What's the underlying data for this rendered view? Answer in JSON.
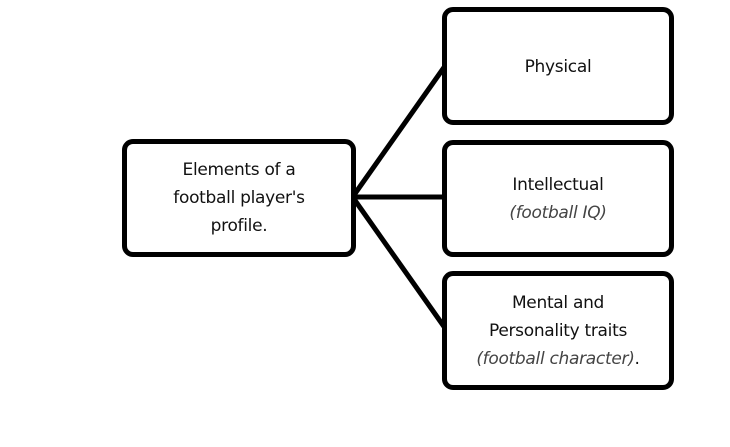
{
  "root": {
    "lines": [
      "Elements of a",
      "football player's",
      "profile."
    ]
  },
  "children": [
    {
      "title": "Physical"
    },
    {
      "title": "Intellectual",
      "note": "football IQ"
    },
    {
      "title_lines": [
        "Mental and",
        "Personality traits"
      ],
      "note": "football character",
      "note_suffix": "."
    }
  ],
  "colors": {
    "stroke": "#000000",
    "note": "#444444"
  }
}
